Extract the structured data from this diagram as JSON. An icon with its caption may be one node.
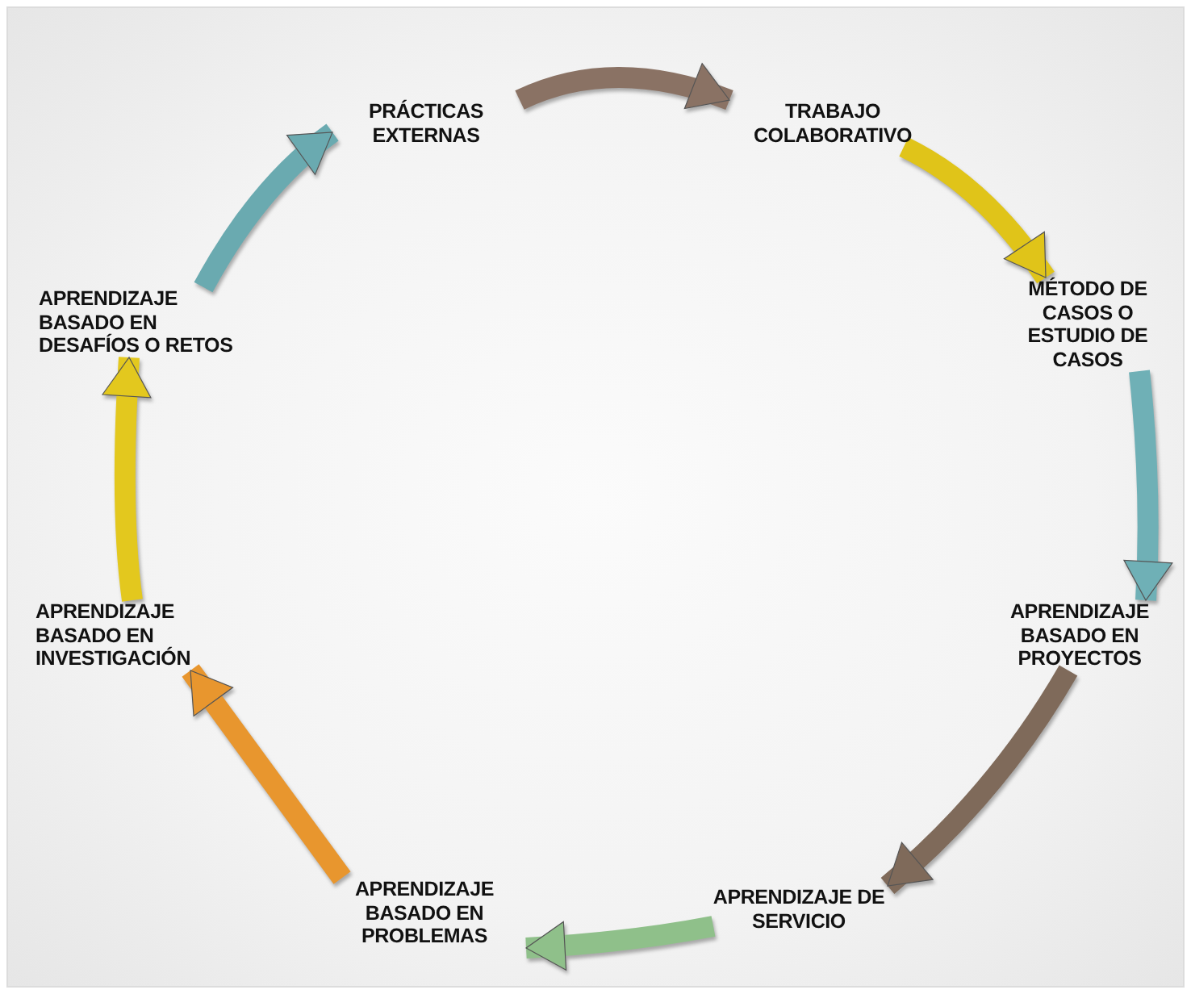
{
  "diagram": {
    "nodes": [
      {
        "text": [
          "PRÁCTICAS EXTERNAS"
        ]
      },
      {
        "text": [
          "TRABAJO COLABORATIVO"
        ]
      },
      {
        "text": [
          "MÉTODO DE CASOS O ESTUDIO DE CASOS"
        ]
      },
      {
        "text": [
          "APRENDIZAJE BASADO EN PROYECTOS"
        ]
      },
      {
        "text": [
          "APRENDIZAJE DE SERVICIO"
        ]
      },
      {
        "text": [
          "APRENDIZAJE BASADO EN PROBLEMAS"
        ]
      },
      {
        "text": [
          "APRENDIZAJE BASADO EN INVESTIGACIÓN"
        ]
      },
      {
        "text": [
          "APRENDIZAJE BASADO EN DESAFÍOS O RETOS"
        ]
      }
    ],
    "edges": [
      {
        "from": 0,
        "to": 1,
        "arrow": "to",
        "color": "#8a7264"
      },
      {
        "from": 1,
        "to": 2,
        "arrow": "to",
        "color": "#e0c419"
      },
      {
        "from": 2,
        "to": 3,
        "arrow": "to",
        "color": "#6fb0b6"
      },
      {
        "from": 3,
        "to": 4,
        "arrow": "to",
        "color": "#7f6a5a"
      },
      {
        "from": 4,
        "to": 5,
        "arrow": "to",
        "color": "#8fc08a"
      },
      {
        "from": 5,
        "to": 6,
        "arrow": "to",
        "color": "#e8962e"
      },
      {
        "from": 6,
        "to": 7,
        "arrow": "to",
        "color": "#e3c81e"
      },
      {
        "from": 7,
        "to": 0,
        "arrow": "to",
        "color": "#6aaab0"
      }
    ]
  }
}
